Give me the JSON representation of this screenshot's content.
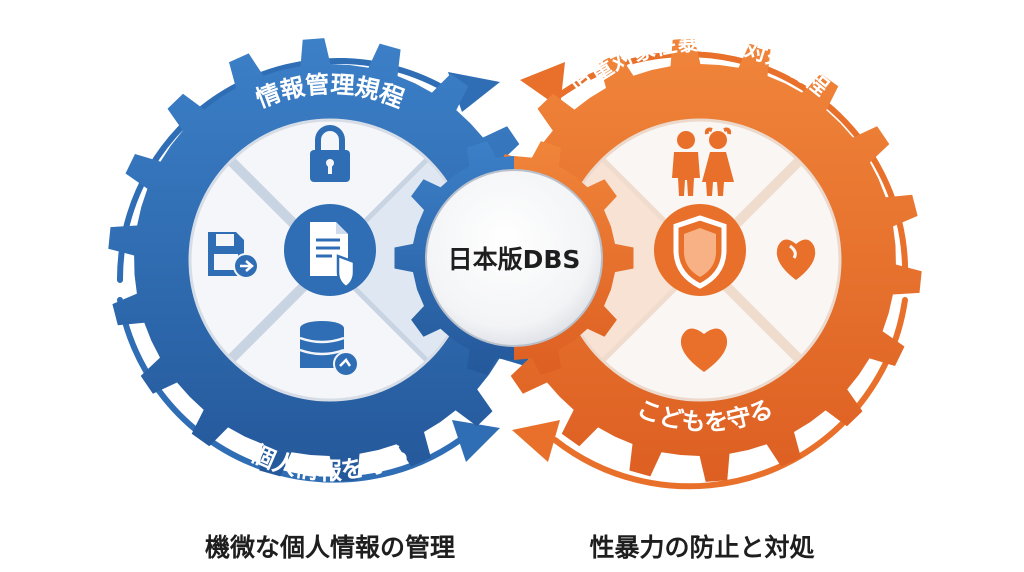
{
  "center_label": "日本版DBS",
  "left": {
    "top_label": "情報管理規程",
    "bottom_label": "個人情報を守る",
    "caption": "機微な個人情報の管理",
    "icons": [
      "lock-icon",
      "document-shield-icon",
      "floppy-disk-export-icon",
      "database-icon"
    ],
    "color": "#2f6eb5"
  },
  "right": {
    "top_label": "児童対象性暴力等対処規程",
    "bottom_label": "こどもを守る",
    "caption": "性暴力の防止と対処",
    "icons": [
      "children-icon",
      "shield-icon",
      "heart-icon",
      "damaged-heart-icon"
    ],
    "color": "#e8702a"
  }
}
